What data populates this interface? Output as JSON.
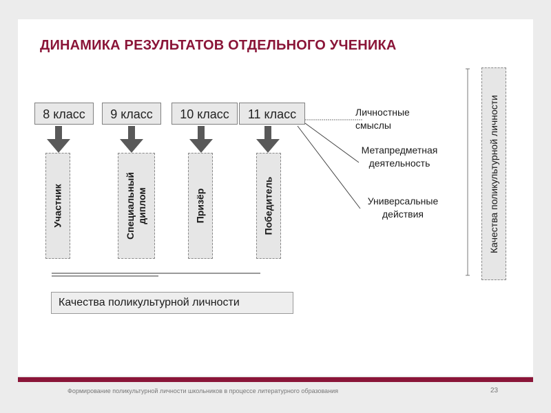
{
  "title": "ДИНАМИКА РЕЗУЛЬТАТОВ ОТДЕЛЬНОГО УЧЕНИКА",
  "grades": [
    {
      "label": "8 класс",
      "result": "Участник"
    },
    {
      "label": "9 класс",
      "result": "Специальный\nдиплом"
    },
    {
      "label": "10 класс",
      "result": "Призёр"
    },
    {
      "label": "11 класс",
      "result": "Победитель"
    }
  ],
  "outcomes": [
    {
      "text": "Личностные\nсмыслы"
    },
    {
      "text": "Метапредметная\nдеятельность"
    },
    {
      "text": "Универсальные\nдействия"
    }
  ],
  "bottom_label": "Качества поликультурной личности",
  "right_label": "Качества поликультурной личности",
  "footer": "Формирование поликультурной личности школьников в процессе литературного образования",
  "page_number": "23",
  "colors": {
    "accent": "#8a1538",
    "arrow": "#595959"
  }
}
